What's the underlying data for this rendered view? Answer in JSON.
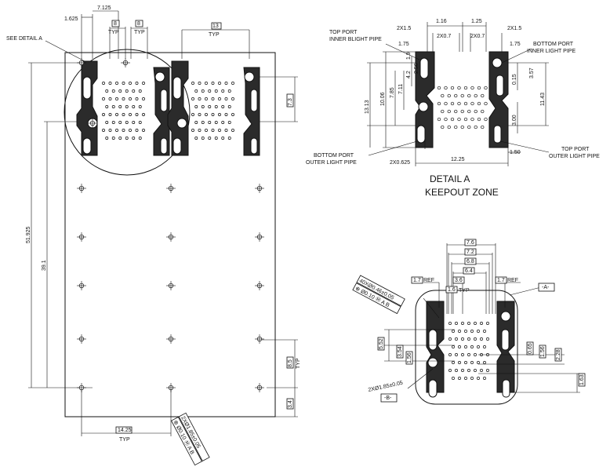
{
  "main_view": {
    "dims": {
      "d7125": "7.125",
      "d1625": "1.625",
      "typ_a": "TYP",
      "typ_b": "TYP",
      "typ_c": "TYP",
      "box_a": "8",
      "box_b": "8",
      "box_c": "13",
      "box_right": "7.3",
      "d1425": "14.25",
      "typ_bottom": "TYP",
      "d51": "51.925",
      "d39": "39.1",
      "box_bottom_right": "8.5",
      "typ_bottom_right": "TYP",
      "box_corner": "3.4"
    },
    "labels": {
      "see_detail": "SEE DETAIL A"
    },
    "callout": [
      "2XØ1.85±0.05",
      "⊕ Ø0.10 Ⓜ A B"
    ]
  },
  "detail_a": {
    "title": "DETAIL A",
    "subtitle": "KEEPOUT ZONE",
    "labels": {
      "top_inner_1": "TOP PORT",
      "top_inner_2": "INNER BLIGHT PIPE",
      "bottom_inner_1": "BOTTOM PORT",
      "bottom_inner_2": "INNER LIGHT PIPE",
      "bottom_outer_1": "BOTTOM PORT",
      "bottom_outer_2": "OUTER LIGHT PIPE",
      "top_outer_1": "TOP PORT",
      "top_outer_2": "OUTER LIGHT PIPE"
    },
    "dims": {
      "d116": "1.16",
      "d125": "1.25",
      "d2x15a": "2X1.5",
      "d2x15b": "2X1.5",
      "d2x07a": "2X0.7",
      "d2x07b": "2X0.7",
      "d175a": "1.75",
      "d175b": "1.75",
      "d19": "1.9",
      "d256": "2.56",
      "d42": "4.2",
      "d711": "7.11",
      "d785": "7.85",
      "d1006": "10.06",
      "d1313": "13.13",
      "d015": "0.15",
      "d357": "3.57",
      "d1143": "11.43",
      "d300": "3.00",
      "d150": "1.50",
      "d1225": "12.25",
      "d2x0625": "2X0.625"
    }
  },
  "pattern_view": {
    "dims": {
      "b76": "7.6",
      "b72": "7.2",
      "b68": "6.8",
      "b64": "6.4",
      "b36": "3.6",
      "b16": "1.6",
      "typ": "TYP",
      "ref_l_box": "1.7",
      "ref_l": "REF",
      "ref_r_box": "1.7",
      "ref_r": "REF",
      "datum_a": "-A-",
      "datum_b": "-B-",
      "l1": "5.52",
      "l2": "3.54",
      "l3": "1.56",
      "r1": "0.65",
      "r2": "1.56",
      "r3": "2.28",
      "r4": "1.63"
    },
    "callout_top": [
      "40XØ0.46±0.05",
      "⊕ Ø0.10 Ⓜ A B"
    ],
    "callout_bottom": "2XØ1.85±0.05"
  }
}
